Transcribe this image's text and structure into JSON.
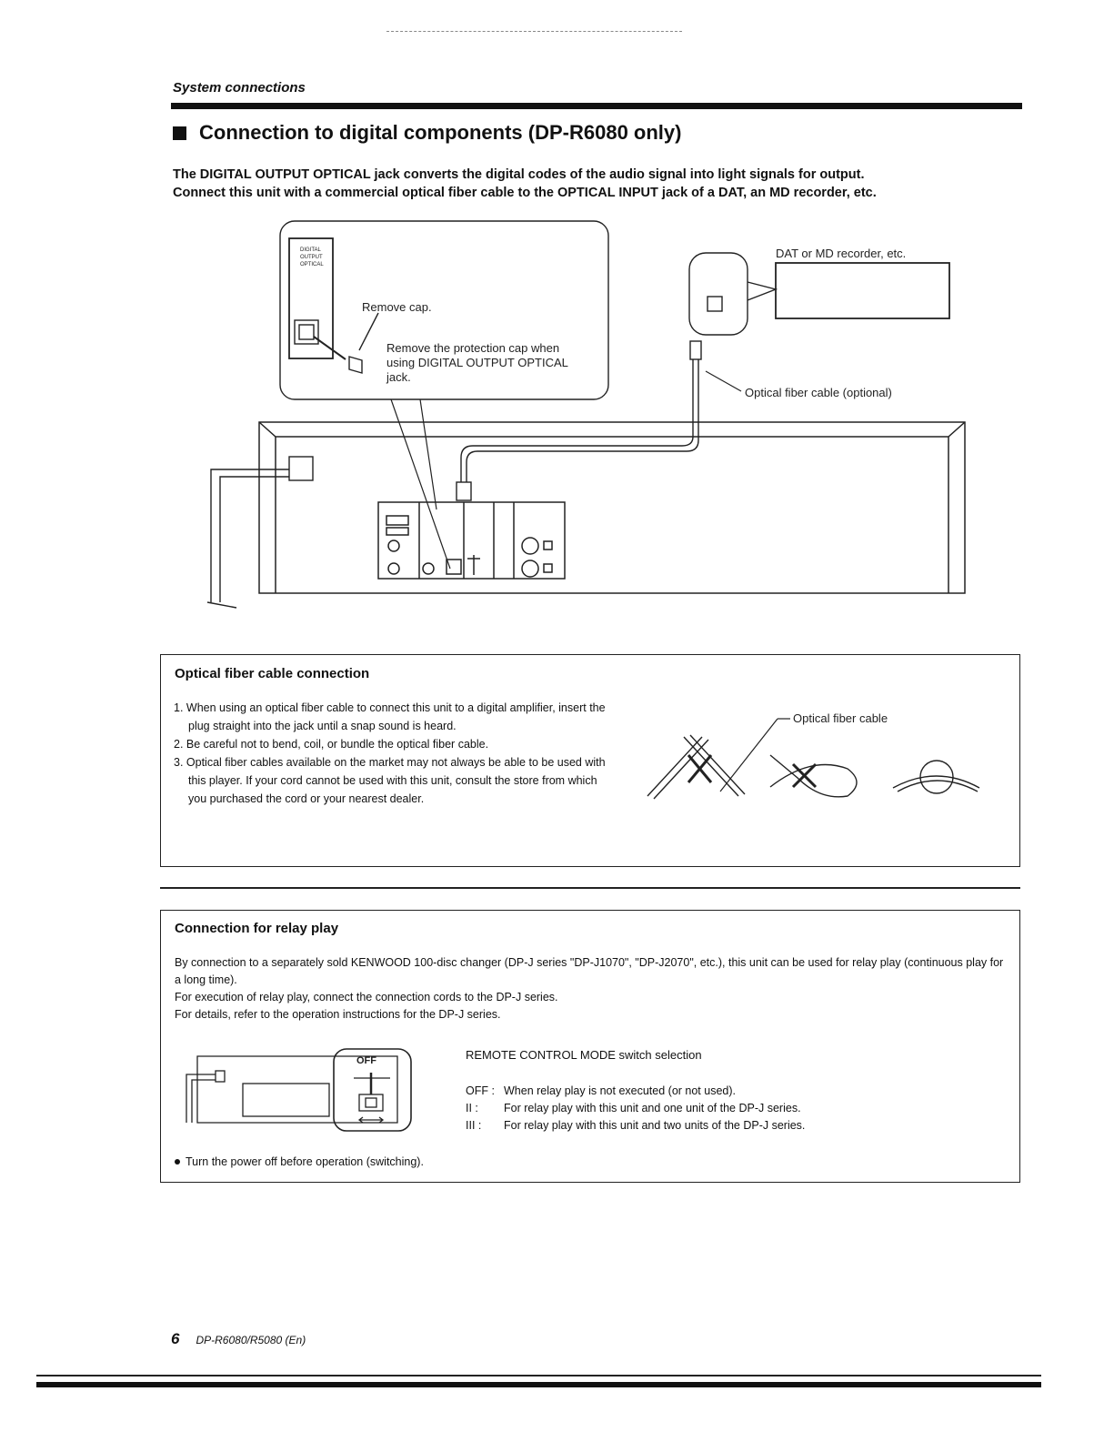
{
  "section_label": "System connections",
  "heading": "Connection to digital components (DP-R6080 only)",
  "intro": {
    "line1": "The DIGITAL OUTPUT OPTICAL jack converts the digital codes of the audio signal into light signals for output.",
    "line2": "Connect this unit with a commercial optical fiber cable to the OPTICAL INPUT jack of a DAT, an MD recorder, etc."
  },
  "diagram": {
    "jack_label": [
      "DIGITAL",
      "OUTPUT",
      "OPTICAL"
    ],
    "remove_cap": "Remove cap.",
    "cap_note": [
      "Remove the protection cap when",
      "using DIGITAL OUTPUT OPTICAL",
      "jack."
    ],
    "recorder_label": "DAT or MD recorder, etc.",
    "cable_label": "Optical fiber cable (optional)"
  },
  "optical_box": {
    "title": "Optical fiber cable connection",
    "items": [
      "1. When using an optical fiber cable to connect this unit to a digital amplifier, insert the plug straight into the jack until a snap sound is heard.",
      "2. Be careful not to bend, coil, or bundle the optical fiber cable.",
      "3. Optical fiber cables available on the market may not always be able to be used with this player. If your cord cannot be used with this unit, consult the store from which you purchased the cord or your nearest dealer."
    ],
    "cable_label": "Optical fiber cable"
  },
  "relay_box": {
    "title": "Connection for relay play",
    "paragraphs": [
      "By connection to a separately sold KENWOOD 100-disc changer (DP-J series \"DP-J1070\", \"DP-J2070\", etc.), this unit can be used for relay play (continuous play for a long time).",
      "For execution of relay play, connect the connection cords to the DP-J series.",
      "For details, refer to the operation instructions for the DP-J series."
    ],
    "switch_label": "OFF",
    "mode_title": "REMOTE CONTROL MODE switch selection",
    "modes": [
      {
        "key": "OFF :",
        "desc": "When relay play is not executed (or not used)."
      },
      {
        "key": "II    :",
        "desc": "For relay play with this unit and one unit of the DP-J series."
      },
      {
        "key": "III   :",
        "desc": "For relay play with this unit and two units of the DP-J series."
      }
    ],
    "note": "Turn the power off before operation (switching)."
  },
  "footer": {
    "page_number": "6",
    "model": "DP-R6080/R5080 (En)"
  }
}
